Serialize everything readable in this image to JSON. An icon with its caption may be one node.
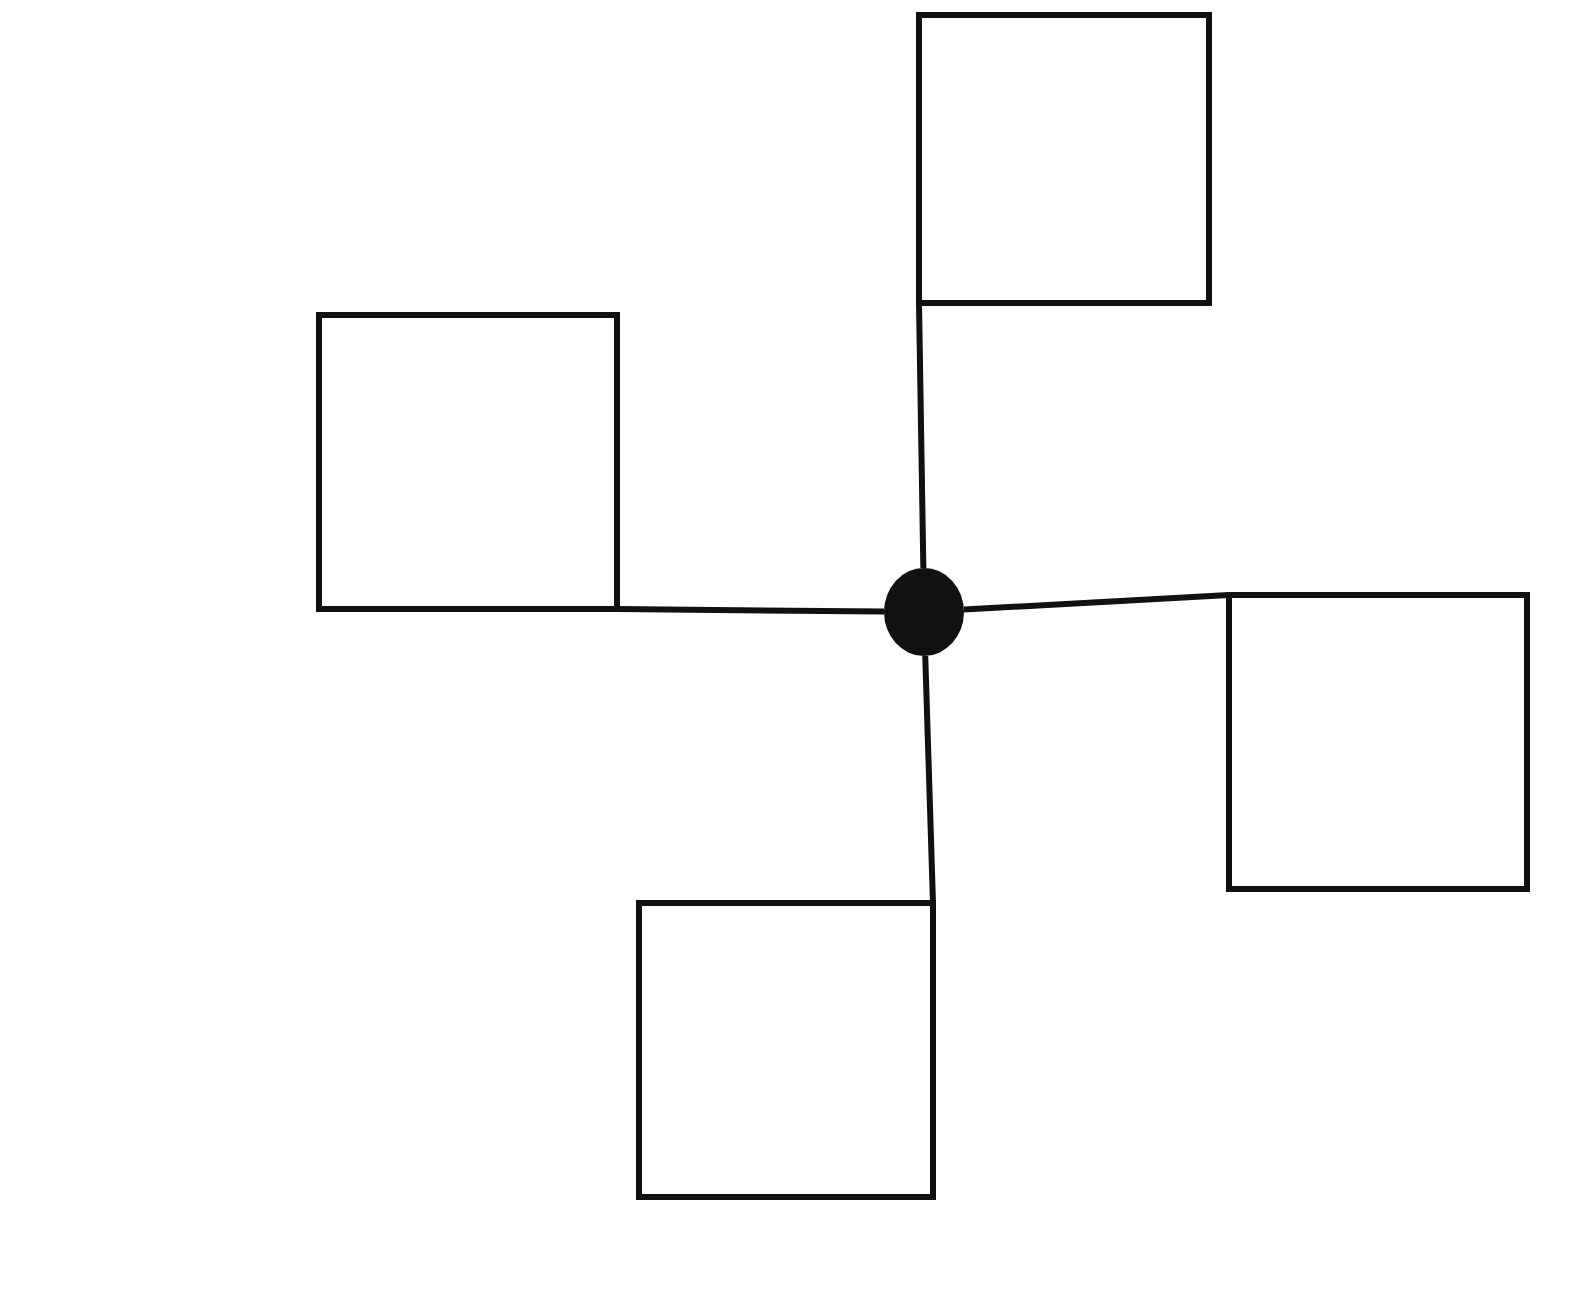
{
  "diagram": {
    "nodes": [
      {
        "text": [],
        "shape": "box"
      },
      {
        "text": [],
        "shape": "box"
      },
      {
        "text": [],
        "shape": "circle"
      },
      {
        "text": [],
        "shape": "box"
      },
      {
        "text": [],
        "shape": "box"
      }
    ],
    "edges": [
      {
        "from": 2,
        "to": 0,
        "arrow": "none"
      },
      {
        "from": 2,
        "to": 1,
        "arrow": "none"
      },
      {
        "from": 2,
        "to": 3,
        "arrow": "none"
      },
      {
        "from": 2,
        "to": 4,
        "arrow": "none"
      }
    ]
  }
}
